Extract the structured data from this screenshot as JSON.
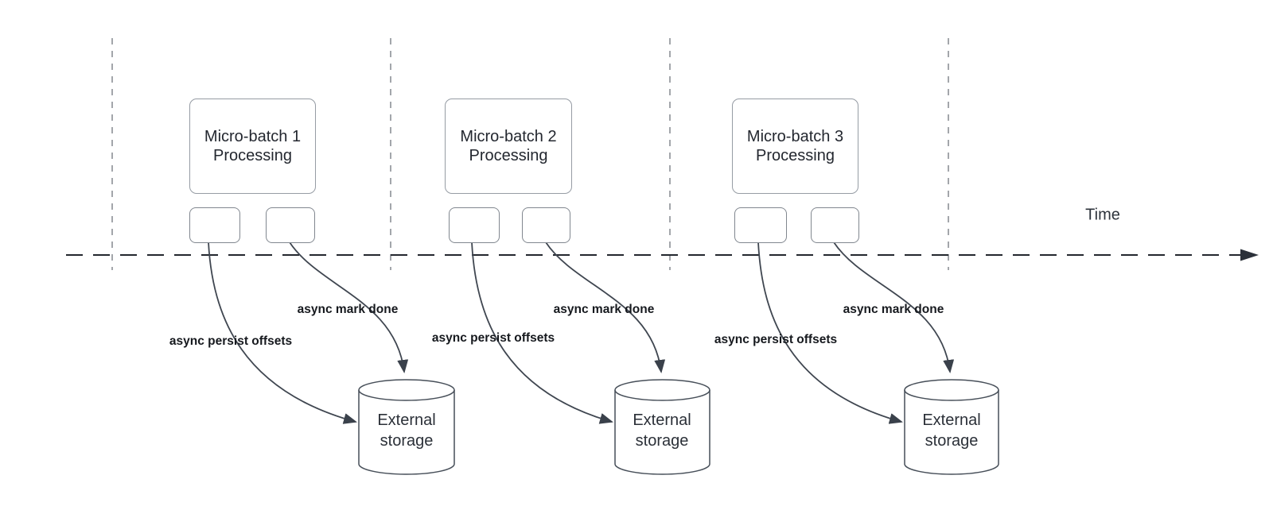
{
  "diagram": {
    "time_axis": {
      "label": "Time"
    },
    "batches": [
      {
        "box_title_line1": "Micro-batch 1",
        "box_title_line2": "Processing",
        "persist_label": "async persist offsets",
        "mark_done_label": "async mark done",
        "storage_line1": "External",
        "storage_line2": "storage"
      },
      {
        "box_title_line1": "Micro-batch 2",
        "box_title_line2": "Processing",
        "persist_label": "async persist offsets",
        "mark_done_label": "async mark done",
        "storage_line1": "External",
        "storage_line2": "storage"
      },
      {
        "box_title_line1": "Micro-batch 3",
        "box_title_line2": "Processing",
        "persist_label": "async persist offsets",
        "mark_done_label": "async mark done",
        "storage_line1": "External",
        "storage_line2": "storage"
      }
    ],
    "colors": {
      "background": "#ffffff",
      "box_border": "#969ca4",
      "guide_line": "#a3a6ab",
      "axis_line": "#23272e",
      "arrow_stroke": "#3f4650",
      "text_primary": "#23272f",
      "label_text": "#16191e"
    }
  }
}
